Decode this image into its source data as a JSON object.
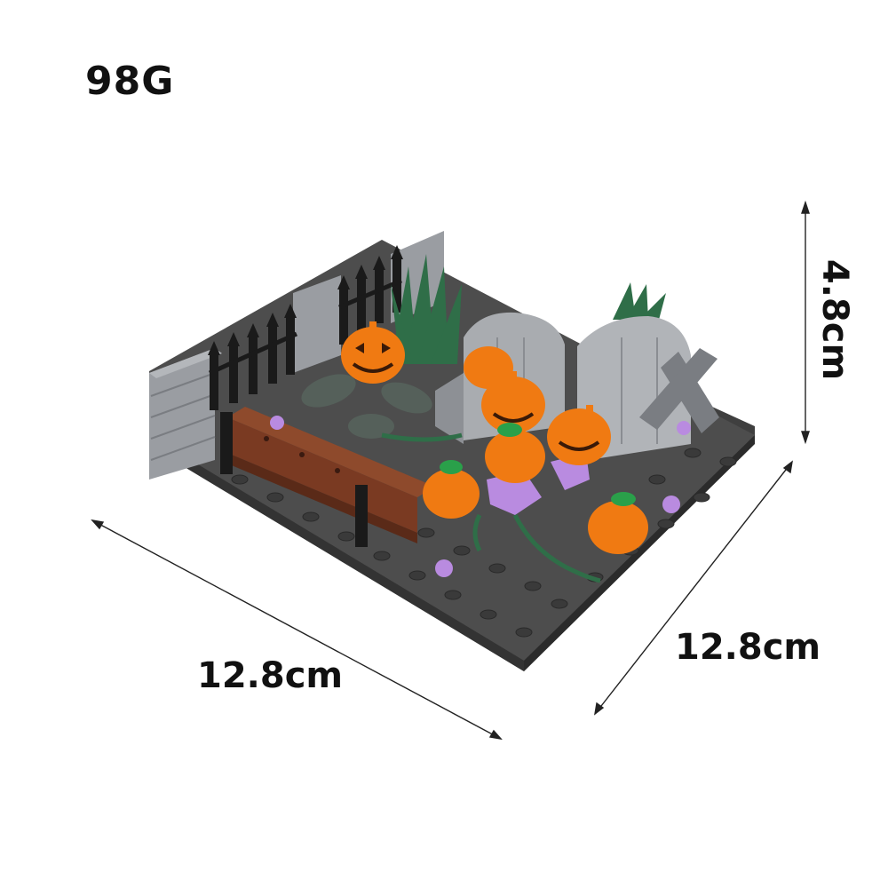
{
  "product": {
    "weight_label": "98G",
    "dimensions": {
      "width_label": "12.8cm",
      "depth_label": "12.8cm",
      "height_label": "4.8cm"
    }
  },
  "colors": {
    "baseplate": "#4a4a4a",
    "wall": "#8a8d92",
    "pumpkin": "#f07a12",
    "pumpkin_stem": "#2aa04a",
    "bench": "#7a3a22",
    "foliage": "#2e7a4a",
    "flower": "#b98be0",
    "fence": "#1a1a1a"
  },
  "scene": {
    "subject": "brick-built haunted graveyard with pumpkins",
    "elements": [
      "stone-wall",
      "iron-fence",
      "tombstone",
      "cross",
      "bench",
      "pumpkins",
      "flowers",
      "grass"
    ]
  }
}
